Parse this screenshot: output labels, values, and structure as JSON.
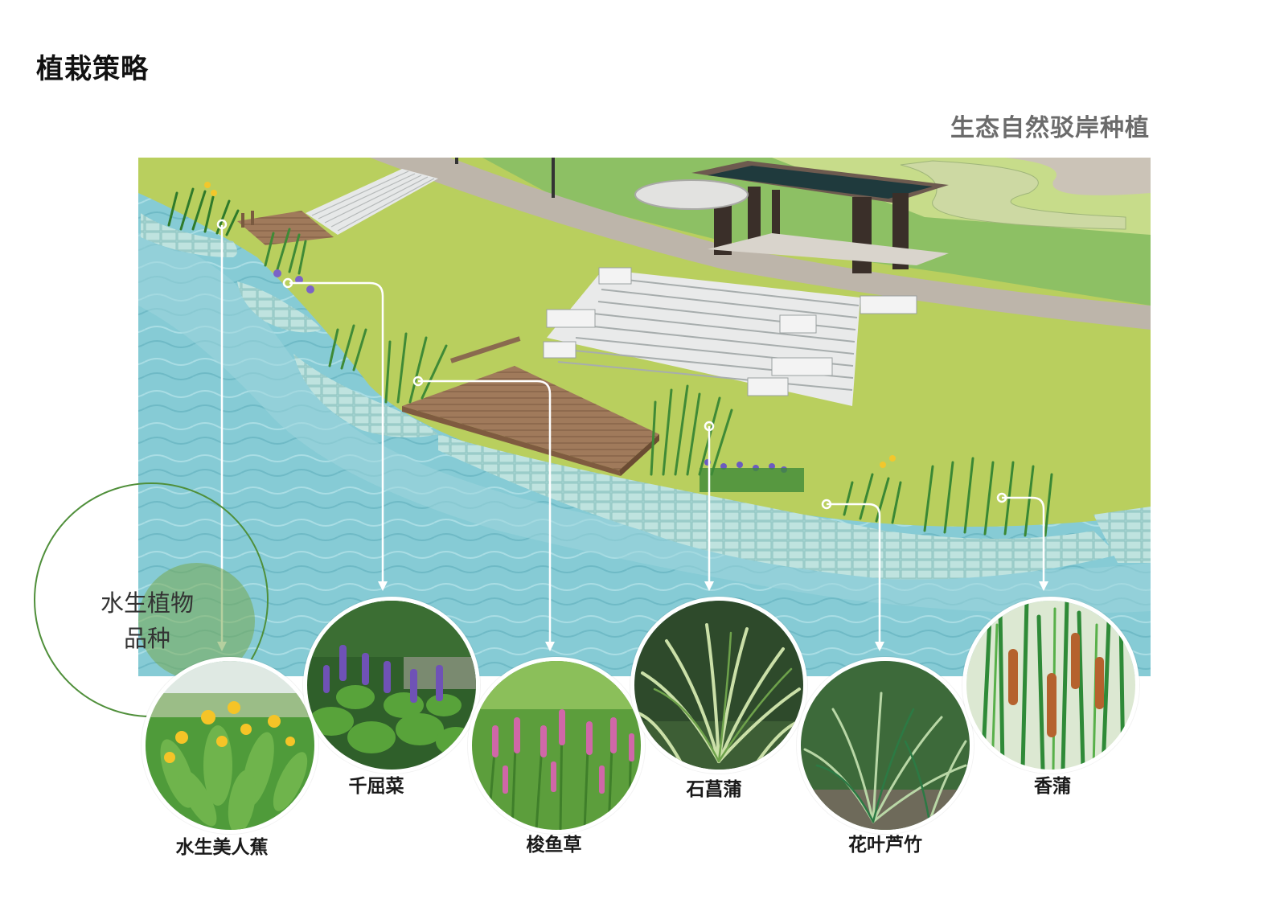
{
  "page": {
    "title": "植栽策略",
    "section_title": "生态自然驳岸种植"
  },
  "category": {
    "label_line1": "水生植物",
    "label_line2": "品种"
  },
  "plants": [
    {
      "name": "水生美人蕉"
    },
    {
      "name": "千屈菜"
    },
    {
      "name": "梭鱼草"
    },
    {
      "name": "石菖蒲"
    },
    {
      "name": "花叶芦竹"
    },
    {
      "name": "香蒲"
    }
  ],
  "colors": {
    "lawn": "#b9cf5e",
    "water": "#7fc8d3",
    "path": "#bdb5aa",
    "deck": "#9a7456",
    "ring": "#4f8f3a"
  }
}
